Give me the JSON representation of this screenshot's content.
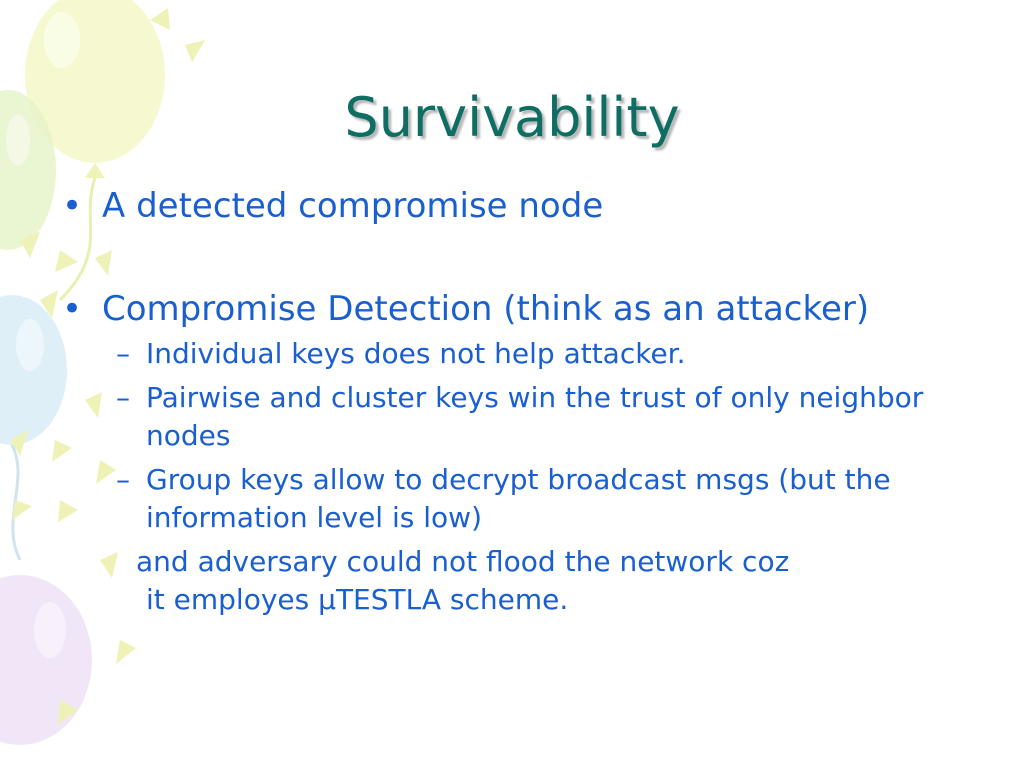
{
  "slide": {
    "title": "Survivability",
    "colors": {
      "title": "#0f6e64",
      "body": "#1a5fd0",
      "title_shadow": "#b7b7b7"
    },
    "bullets": [
      {
        "text": "A detected compromise node"
      },
      {
        "text": "Compromise Detection (think as an attacker)",
        "sub_bullets": [
          "Individual keys does not help attacker.",
          "Pairwise and cluster keys win the trust of only neighbor nodes",
          "Group keys allow to decrypt broadcast msgs (but the information level is low)"
        ],
        "continuation": [
          "and adversary could not flood the network coz",
          "it employes µTESTLA scheme."
        ]
      }
    ],
    "bullet_glyph": "•",
    "sub_bullet_glyph": "–",
    "background_decoration": "pastel balloons with confetti"
  }
}
